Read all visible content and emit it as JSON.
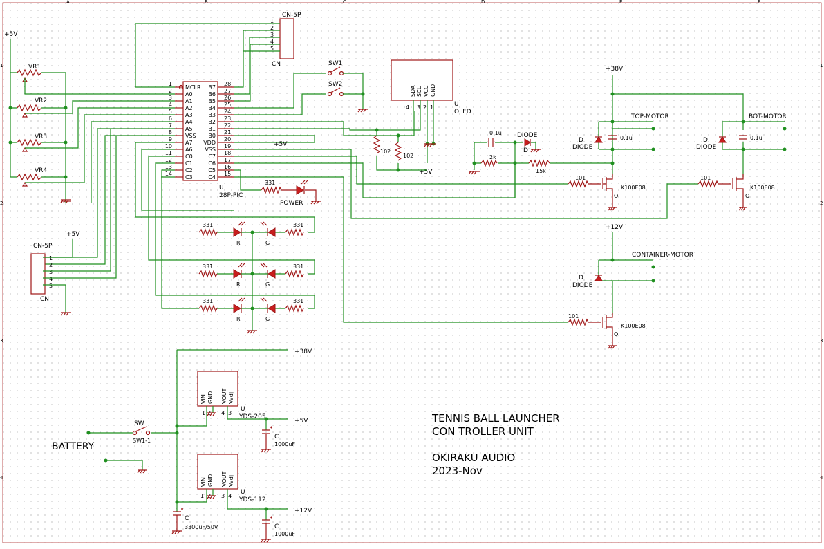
{
  "sheet": {
    "frame_cols": [
      "A",
      "B",
      "C",
      "D",
      "E",
      "F"
    ],
    "frame_rows": [
      "1",
      "2",
      "3",
      "4"
    ]
  },
  "rails": {
    "plus5v": "+5V",
    "plus38v": "+38V",
    "plus12v": "+12V"
  },
  "pots": [
    "VR1",
    "VR2",
    "VR3",
    "VR4"
  ],
  "mcu": {
    "ref": "U",
    "value": "28P-PIC",
    "left_pins": [
      "1",
      "2",
      "3",
      "4",
      "5",
      "6",
      "7",
      "8",
      "9",
      "10",
      "11",
      "12",
      "13",
      "14"
    ],
    "left_names": [
      "MCLR",
      "A0",
      "A1",
      "A2",
      "A3",
      "A4",
      "A5",
      "VSS",
      "A7",
      "A6",
      "C0",
      "C1",
      "C2",
      "C3"
    ],
    "right_pins": [
      "28",
      "27",
      "26",
      "25",
      "24",
      "23",
      "22",
      "21",
      "20",
      "19",
      "18",
      "17",
      "16",
      "15"
    ],
    "right_names": [
      "B7",
      "B6",
      "B5",
      "B4",
      "B3",
      "B2",
      "B1",
      "B0",
      "VDD",
      "VSS",
      "C7",
      "C6",
      "C5",
      "C4"
    ]
  },
  "connector_top": {
    "ref": "CN-5P",
    "name": "CN",
    "pins": [
      "1",
      "2",
      "3",
      "4",
      "5"
    ]
  },
  "connector_left": {
    "ref": "CN-5P",
    "name": "CN",
    "pins": [
      "1",
      "2",
      "3",
      "4",
      "5"
    ]
  },
  "switches": {
    "sw1": "SW1",
    "sw2": "SW2"
  },
  "oled": {
    "ref": "U",
    "value": "OLED",
    "pins": [
      "SDA",
      "SCL",
      "VCC",
      "GND"
    ],
    "pin_nums": [
      "4",
      "3",
      "2",
      "1"
    ]
  },
  "pullups": {
    "r1": "102",
    "r2": "102"
  },
  "snubber": {
    "cap": "0.1u",
    "diode_ref": "DIODE",
    "diode_d": "D",
    "r_2k": "2k",
    "r_15k": "15k"
  },
  "motors": {
    "top": {
      "label": "TOP-MOTOR",
      "diode_d": "D",
      "diode": "DIODE",
      "cap": "0.1u"
    },
    "bot": {
      "label": "BOT-MOTOR",
      "diode_d": "D",
      "diode": "DIODE",
      "cap": "0.1u"
    },
    "container": {
      "label": "CONTAINER-MOTOR",
      "diode_d": "D",
      "diode": "DIODE"
    }
  },
  "mosfets": {
    "gate_r": "101",
    "part": "K100E08",
    "ref": "Q"
  },
  "power_led": {
    "r": "331",
    "label": "POWER"
  },
  "led_rows": [
    {
      "r_left": "331",
      "r_right": "331",
      "led_left": "R",
      "led_right": "G"
    },
    {
      "r_left": "331",
      "r_right": "331",
      "led_left": "R",
      "led_right": "G"
    },
    {
      "r_left": "331",
      "r_right": "331",
      "led_left": "R",
      "led_right": "G"
    }
  ],
  "regulators": [
    {
      "ref": "U",
      "value": "YDS-205",
      "pins": [
        "VIN",
        "GND",
        "VOUT",
        "Vadj"
      ],
      "pin_nums": [
        "1",
        "2",
        "4",
        "3"
      ],
      "out_label": "+5V",
      "cap_ref": "C",
      "cap": "1000uF"
    },
    {
      "ref": "U",
      "value": "YDS-112",
      "pins": [
        "VIN",
        "GND",
        "VOUT",
        "Vadj"
      ],
      "pin_nums": [
        "1",
        "2",
        "3",
        "4"
      ],
      "out_label": "+12V",
      "cap_ref": "C",
      "cap": "1000uF"
    }
  ],
  "input_cap": {
    "ref": "C",
    "value": "3300uF/50V"
  },
  "battery": {
    "label": "BATTERY",
    "switch_ref": "SW",
    "switch_value": "SW1-1"
  },
  "title_block": {
    "line1": "TENNIS BALL LAUNCHER",
    "line2": "CON TROLLER UNIT",
    "line3": "OKIRAKU AUDIO",
    "line4": "2023-Nov"
  }
}
